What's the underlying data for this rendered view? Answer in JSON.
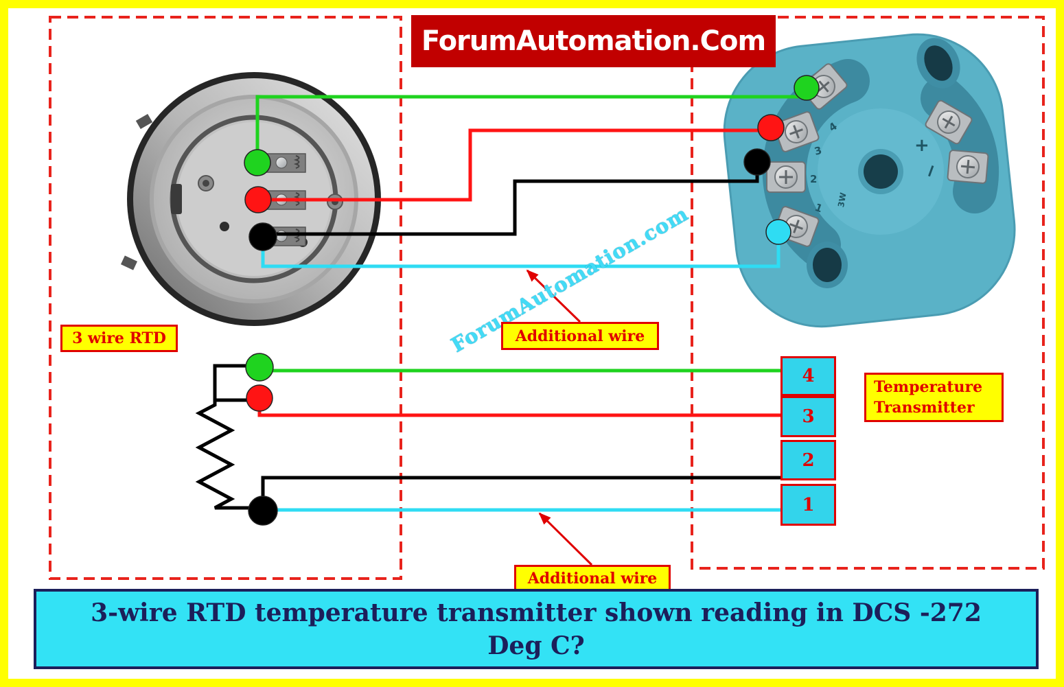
{
  "header": {
    "site_banner": "ForumAutomation.Com"
  },
  "watermark": "ForumAutomation.com",
  "labels": {
    "rtd": "3 wire RTD",
    "additional_wire_top": "Additional wire",
    "additional_wire_bottom": "Additional wire",
    "transmitter_line1": "Temperature",
    "transmitter_line2": "Transmitter"
  },
  "terminals": [
    "4",
    "3",
    "2",
    "1"
  ],
  "transmitter_markings": {
    "t4": "4",
    "t3": "3",
    "t2": "2",
    "t1": "1",
    "plus": "+",
    "minus": "−",
    "model": "3W"
  },
  "caption": {
    "line1": "3-wire RTD temperature transmitter shown reading in DCS -272",
    "line2": "Deg C?"
  },
  "colors": {
    "page_frame": "#ffff00",
    "wire_green": "#1fd31f",
    "wire_red": "#ff1414",
    "wire_black": "#000000",
    "wire_cyan": "#2fdcf3",
    "dashed_border": "#e8231c",
    "label_fill": "#ffff00",
    "label_text": "#e00000",
    "site_banner_bg": "#c10000",
    "caption_bg": "#33e2f5",
    "caption_text": "#1c1f5a",
    "terminal_fill": "#33d4eb",
    "transmitter_body": "#5ab2c7",
    "watermark": "#43dbf6"
  }
}
